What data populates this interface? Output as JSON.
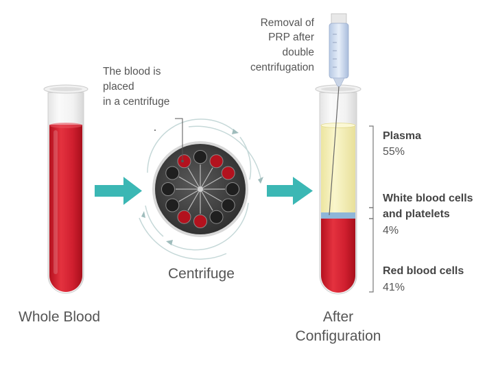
{
  "diagram": {
    "whole_blood_caption": "Whole Blood",
    "centrifuge_note": [
      "The blood is",
      "placed",
      "in a centrifuge"
    ],
    "centrifuge_caption": "Centrifuge",
    "removal_note": [
      "Removal of",
      "PRP after",
      "double",
      "centrifugation"
    ],
    "after_caption": [
      "After",
      "Configuration"
    ],
    "layers": [
      {
        "name": "Plasma",
        "percent": "55%",
        "color": "#f4efb4"
      },
      {
        "name_lines": [
          "White blood cells",
          "and platelets"
        ],
        "percent": "4%",
        "color": "#8fb6d8"
      },
      {
        "name": "Red blood cells",
        "percent": "41%",
        "color": "#d01f2f"
      }
    ],
    "colors": {
      "blood": "#d01f2f",
      "arrow": "#3bb7b4",
      "centrifuge_dark": "#3a3a3a",
      "text": "#555555"
    }
  }
}
